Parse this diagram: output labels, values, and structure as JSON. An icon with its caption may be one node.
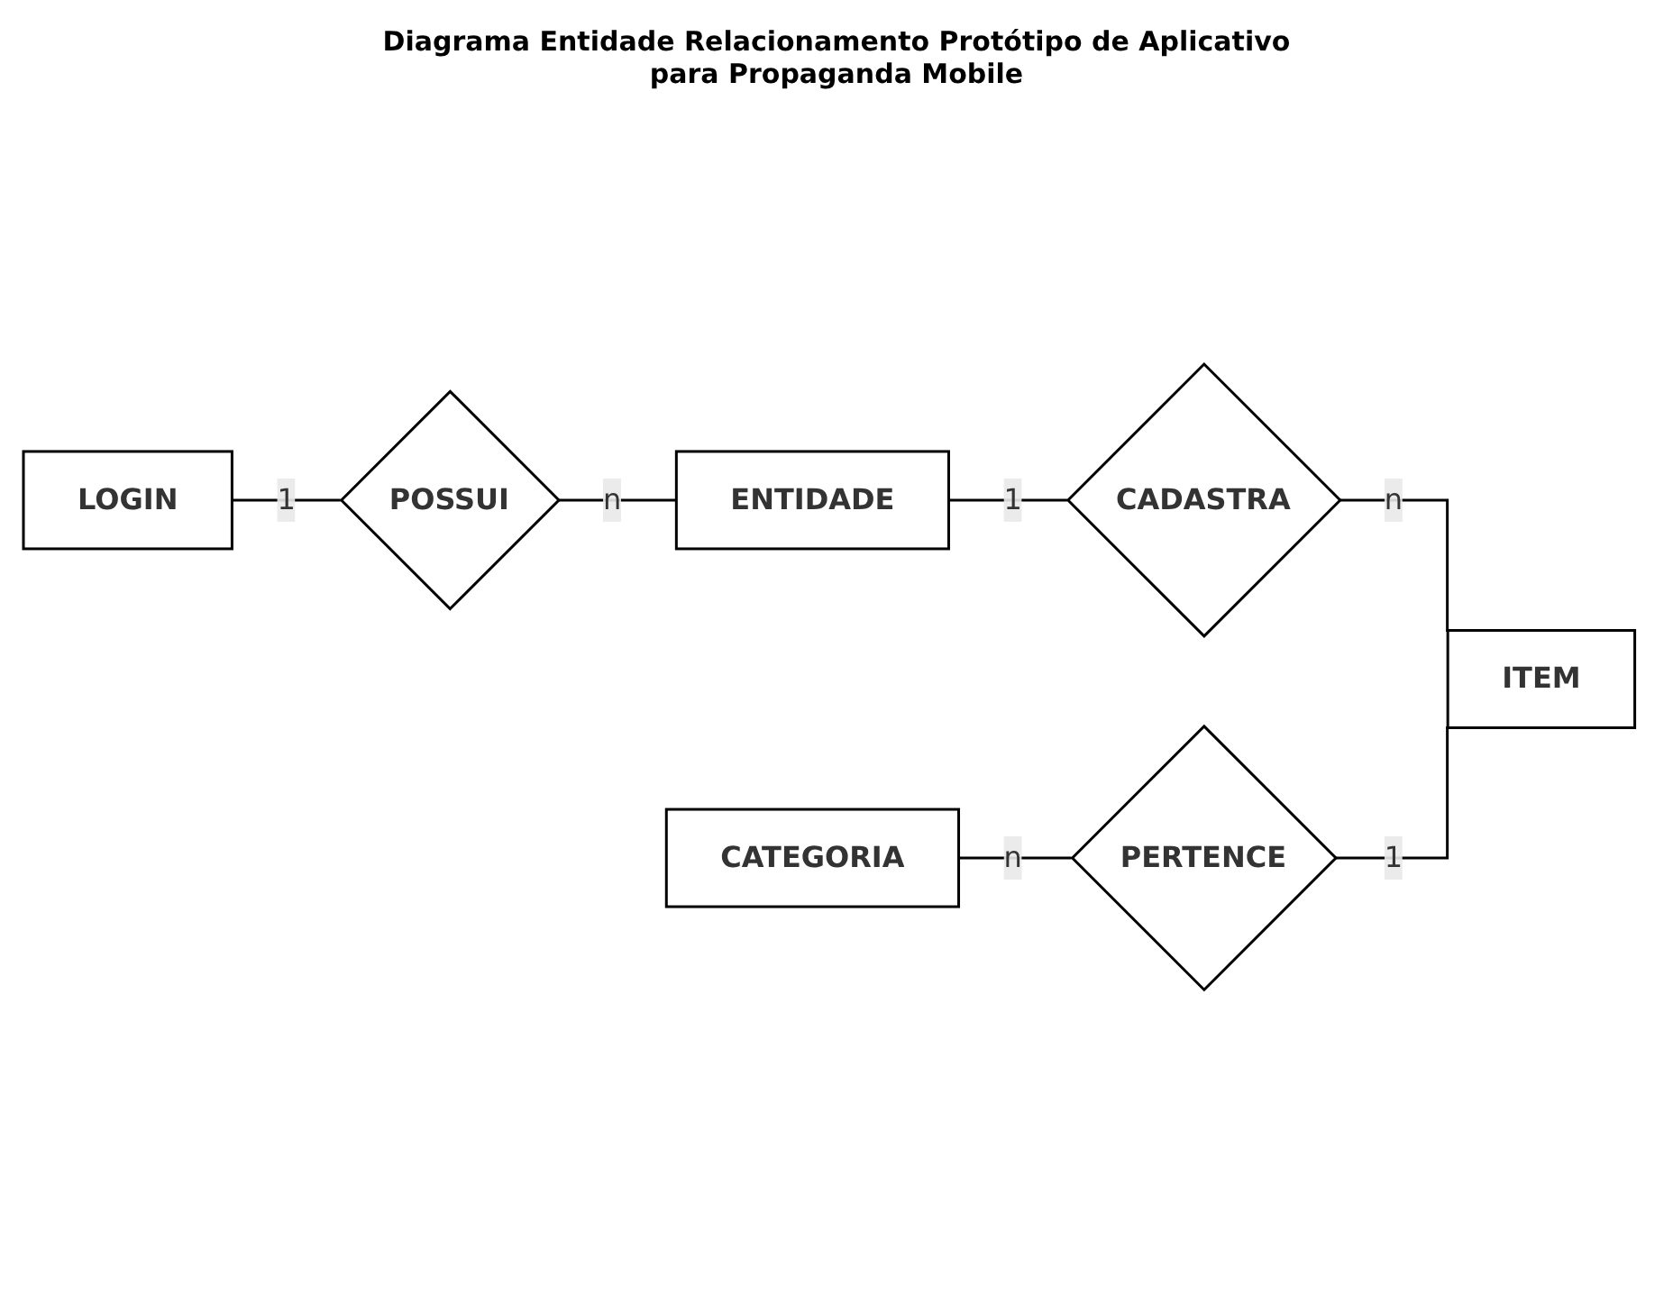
{
  "diagram": {
    "title": "Diagrama Entidade Relacionamento Protótipo de Aplicativo para Propaganda Mobile",
    "nodes": [
      {
        "text": [
          "LOGIN"
        ]
      },
      {
        "text": [
          "POSSUI"
        ]
      },
      {
        "text": [
          "ENTIDADE"
        ]
      },
      {
        "text": [
          "CADASTRA"
        ]
      },
      {
        "text": [
          "CATEGORIA"
        ]
      },
      {
        "text": [
          "PERTENCE"
        ]
      },
      {
        "text": [
          "ITEM"
        ]
      }
    ],
    "edges": [
      {
        "from": 0,
        "to": 1,
        "arrow": "none",
        "label": "1"
      },
      {
        "from": 1,
        "to": 2,
        "arrow": "none",
        "label": "n"
      },
      {
        "from": 2,
        "to": 3,
        "arrow": "none",
        "label": "1"
      },
      {
        "from": 3,
        "to": 6,
        "arrow": "none",
        "label": "n"
      },
      {
        "from": 4,
        "to": 5,
        "arrow": "none",
        "label": "n"
      },
      {
        "from": 5,
        "to": 6,
        "arrow": "none",
        "label": "1"
      }
    ]
  }
}
